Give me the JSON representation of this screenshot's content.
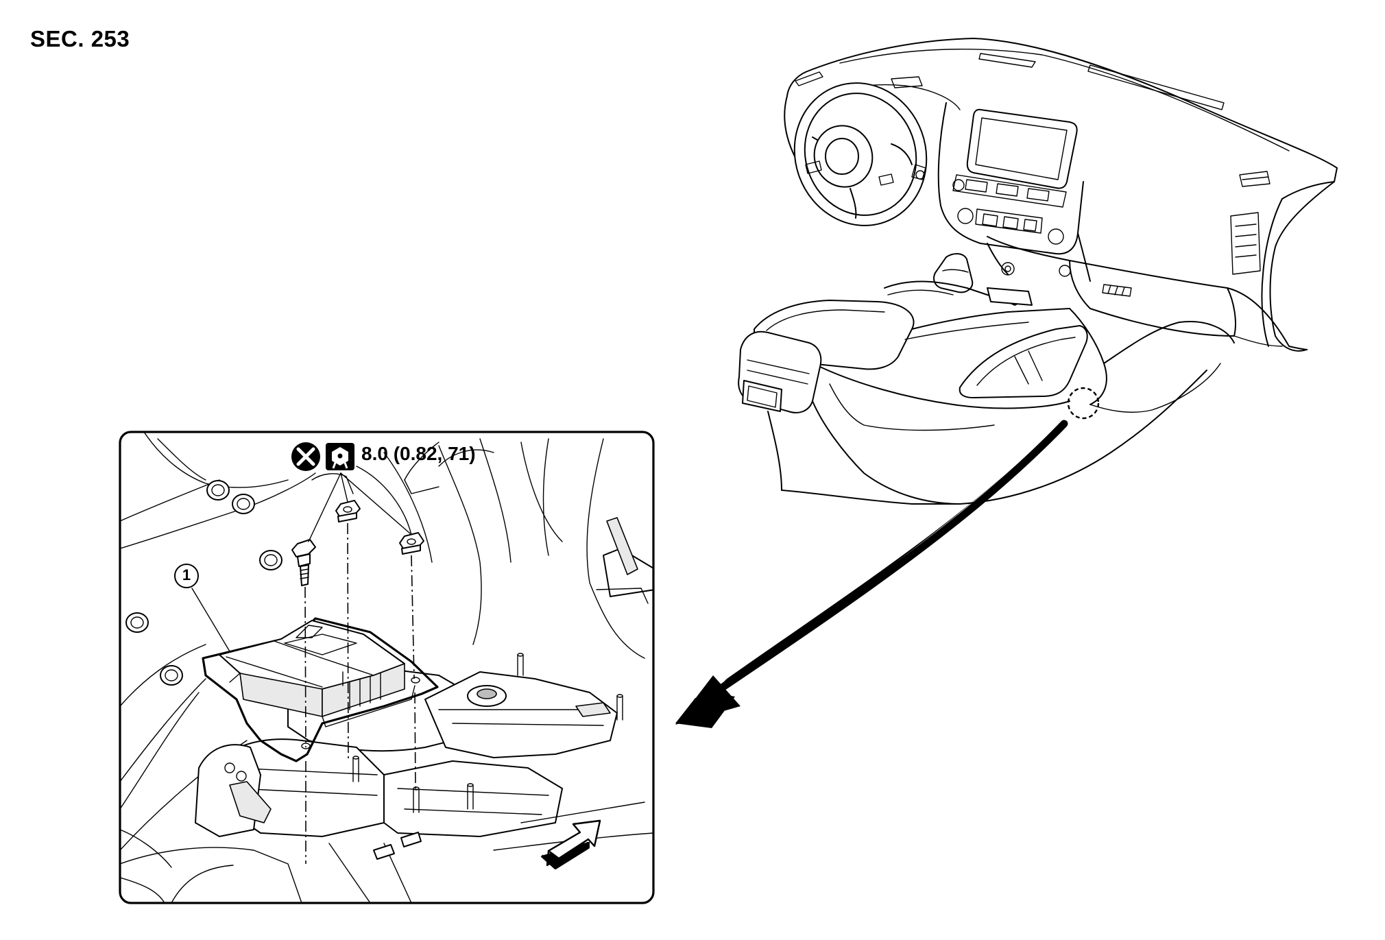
{
  "section_label": "SEC. 253",
  "torque_spec": "8.0 (0.82, 71)",
  "callout_number": "1",
  "icons": {
    "do_not_reuse": "circle-x-icon",
    "torque": "torque-wrench-icon",
    "front_direction": "front-arrow-icon"
  }
}
